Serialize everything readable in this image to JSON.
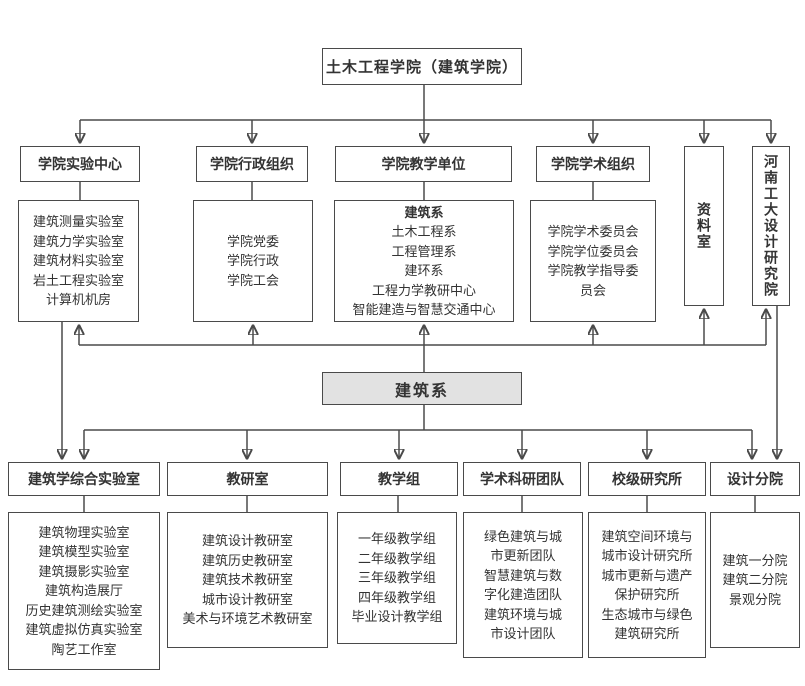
{
  "colors": {
    "line": "#4a4a4a",
    "box_border": "#4a4a4a",
    "text": "#333333",
    "highlight_fill": "#e2e2e2",
    "background": "#ffffff"
  },
  "root": {
    "label": "土木工程学院（建筑学院）"
  },
  "level2": [
    {
      "label": "学院实验中心",
      "items": [
        "建筑测量实验室",
        "建筑力学实验室",
        "建筑材料实验室",
        "岩土工程实验室",
        "计算机机房"
      ]
    },
    {
      "label": "学院行政组织",
      "items": [
        "学院党委",
        "学院行政",
        "学院工会"
      ]
    },
    {
      "label": "学院教学单位",
      "items": [
        "建筑系",
        "土木工程系",
        "工程管理系",
        "建环系",
        "工程力学教研中心",
        "智能建造与智慧交通中心"
      ]
    },
    {
      "label": "学院学术组织",
      "items": [
        "学院学术委员会",
        "学院学位委员会",
        "学院教学指导委员会"
      ]
    }
  ],
  "side": [
    {
      "label": "资料室"
    },
    {
      "label": "河南工大设计研究院"
    }
  ],
  "focus": {
    "label": "建筑系"
  },
  "level3": [
    {
      "label": "建筑学综合实验室",
      "items": [
        "建筑物理实验室",
        "建筑模型实验室",
        "建筑摄影实验室",
        "建筑构造展厅",
        "历史建筑测绘实验室",
        "建筑虚拟仿真实验室",
        "陶艺工作室"
      ]
    },
    {
      "label": "教研室",
      "items": [
        "建筑设计教研室",
        "建筑历史教研室",
        "建筑技术教研室",
        "城市设计教研室",
        "美术与环境艺术教研室"
      ]
    },
    {
      "label": "教学组",
      "items": [
        "一年级教学组",
        "二年级教学组",
        "三年级教学组",
        "四年级教学组",
        "毕业设计教学组"
      ]
    },
    {
      "label": "学术科研团队",
      "items": [
        "绿色建筑与城市更新团队",
        "智慧建筑与数字化建造团队",
        "建筑环境与城市设计团队"
      ]
    },
    {
      "label": "校级研究所",
      "items": [
        "建筑空间环境与城市设计研究所",
        "城市更新与遗产保护研究所",
        "生态城市与绿色建筑研究所"
      ]
    },
    {
      "label": "设计分院",
      "items": [
        "建筑一分院",
        "建筑二分院",
        "景观分院"
      ]
    }
  ]
}
